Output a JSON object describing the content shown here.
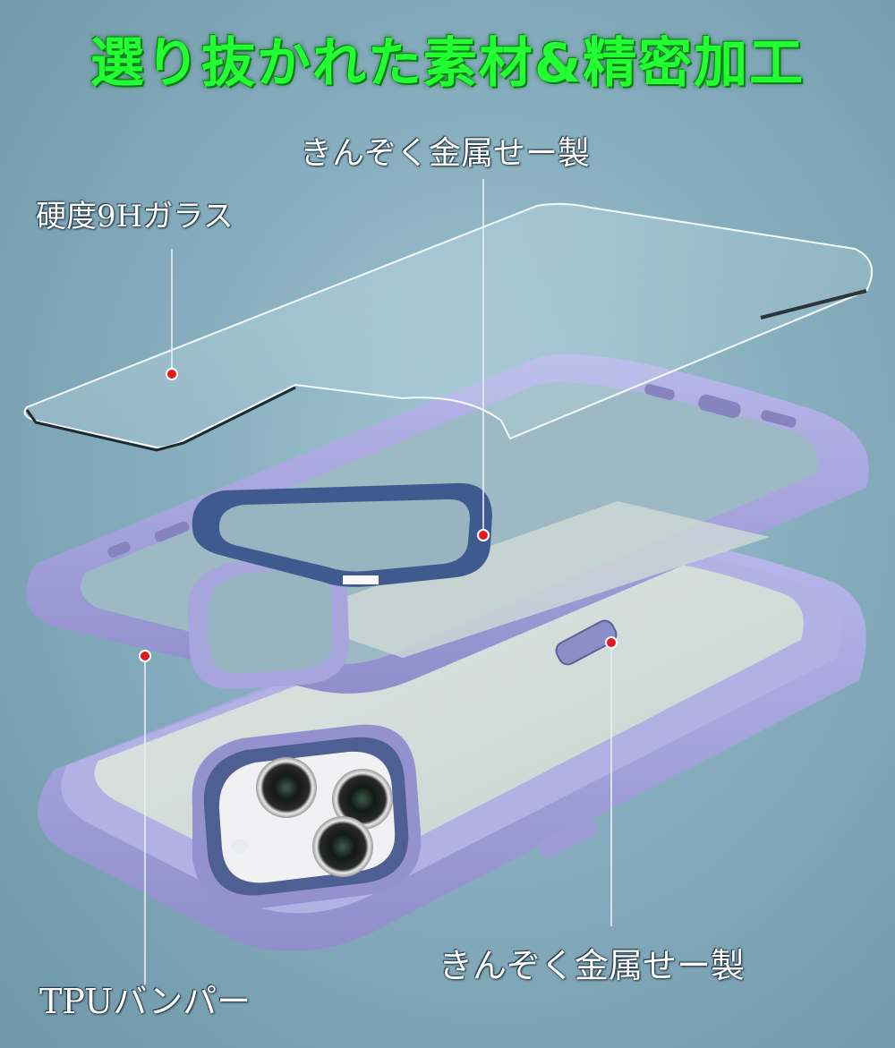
{
  "headline": "選り抜かれた素材&精密加工",
  "labels": {
    "top_center": "きんぞく金属せー製",
    "glass": "硬度9Hガラス",
    "bottom_right": "きんぞく金属せー製",
    "bumper": "TPUバンパー"
  },
  "colors": {
    "background": "#87aebe",
    "headline": "#22ff33",
    "case_purple": "#a7a6dd",
    "marker_red": "#e11b1b",
    "leader_line": "#e8f0f4"
  },
  "parts": [
    "glass-back-panel",
    "metal-camera-ring",
    "tpu-bumper-frame",
    "assembled-case-with-camera",
    "metal-side-button"
  ]
}
